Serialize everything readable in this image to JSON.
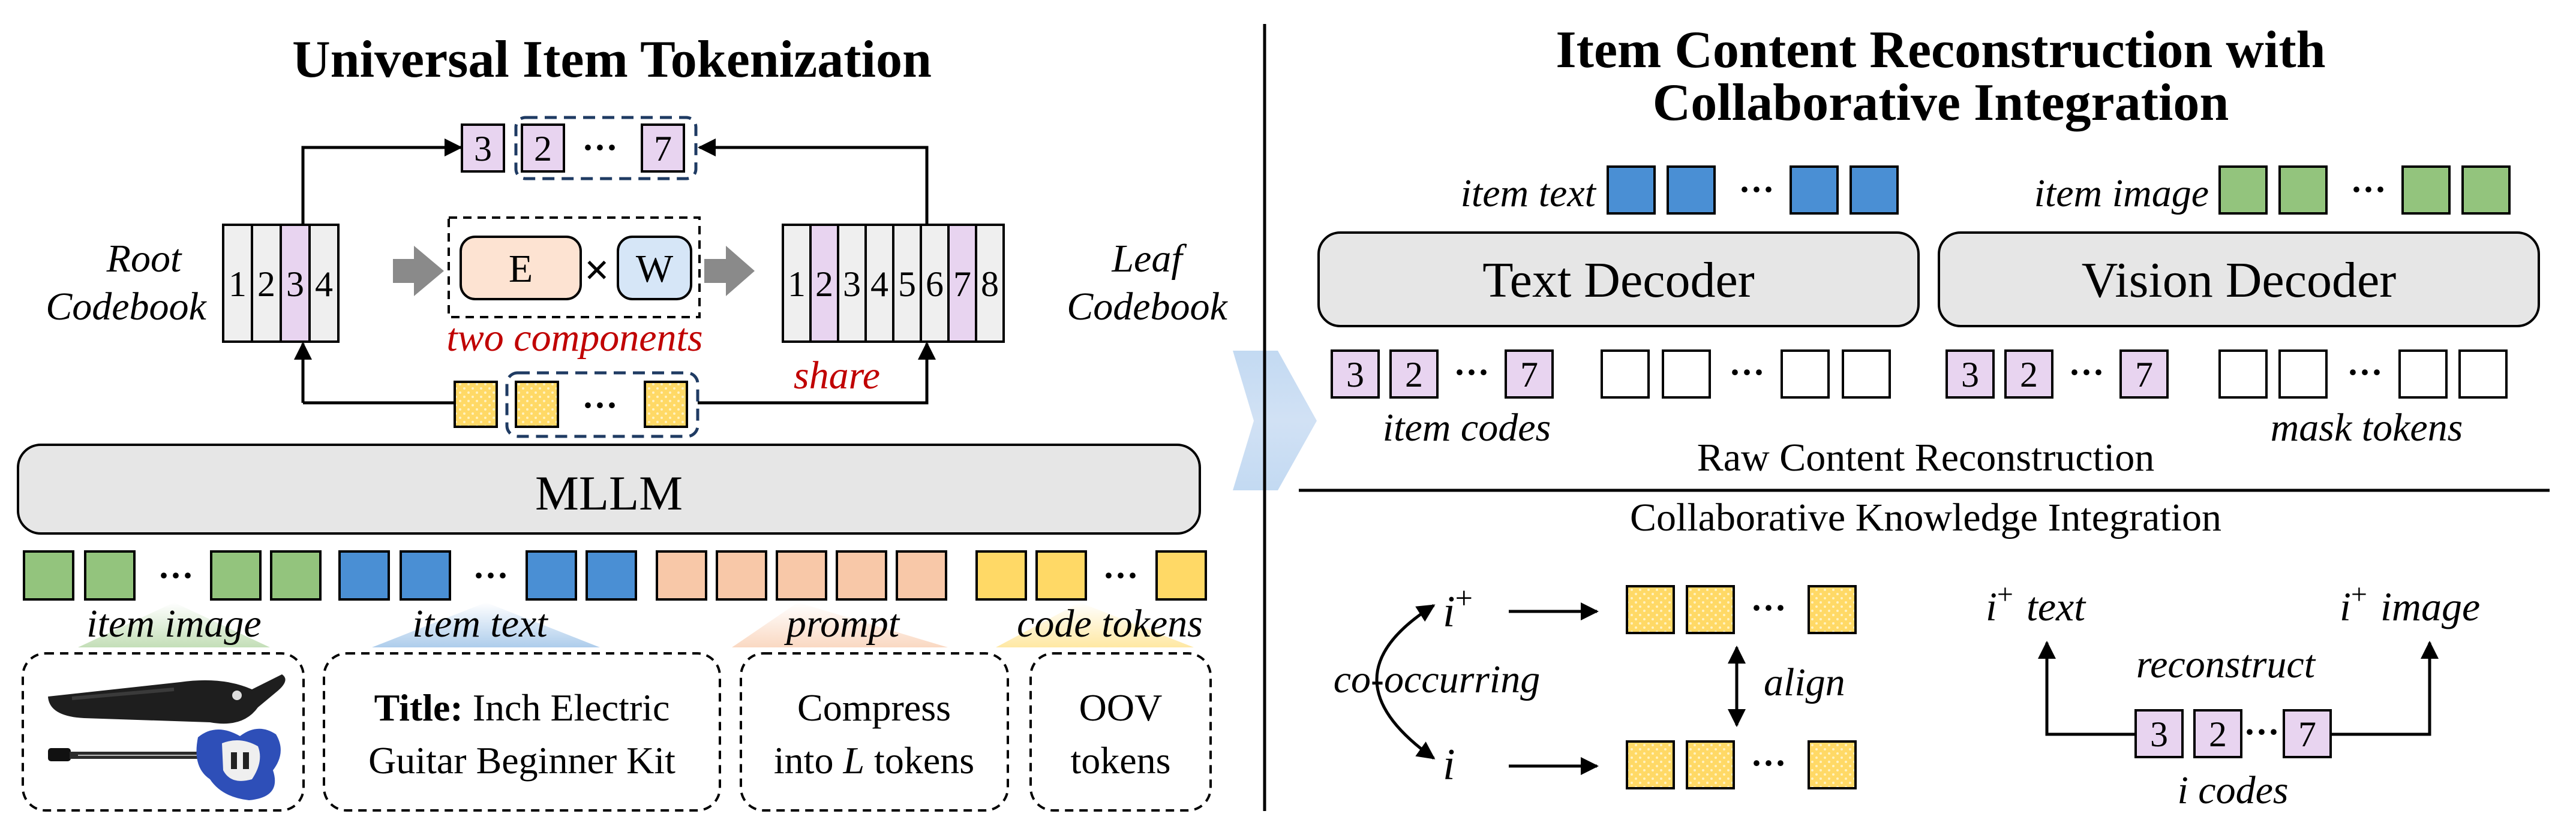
{
  "left_panel": {
    "title": "Universal Item Tokenization",
    "root_codebook": {
      "line1": "Root",
      "line2": "Codebook",
      "cells": [
        "1",
        "2",
        "3",
        "4"
      ]
    },
    "leaf_codebook": {
      "line1": "Leaf",
      "line2": "Codebook",
      "cells": [
        "1",
        "2",
        "3",
        "4",
        "5",
        "6",
        "7",
        "8"
      ]
    },
    "top_codes": [
      "3",
      "2",
      "···",
      "7"
    ],
    "components": {
      "e": "E",
      "times": "×",
      "w": "W",
      "caption": "two components"
    },
    "share_label": "share",
    "mllm_label": "MLLM",
    "input_groups": [
      {
        "label": "item image"
      },
      {
        "label": "item text"
      },
      {
        "label": "prompt"
      },
      {
        "label": "code tokens"
      }
    ],
    "boxes": {
      "text_box": {
        "bold": "Title:",
        "line1": " Inch Electric",
        "line2": "Guitar Beginner Kit"
      },
      "prompt_box": {
        "line1": "Compress",
        "line2a": "into ",
        "line2var": "L",
        "line2b": " tokens"
      },
      "oov_box": {
        "line1": "OOV",
        "line2": "tokens"
      }
    },
    "ellipsis": "···"
  },
  "right_panel": {
    "title_line1": "Item Content Reconstruction with",
    "title_line2": "Collaborative Integration",
    "item_text_label": "item text",
    "item_image_label": "item image",
    "text_decoder": "Text Decoder",
    "vision_decoder": "Vision Decoder",
    "codes_left": [
      "3",
      "2",
      "7"
    ],
    "codes_right": [
      "3",
      "2",
      "7"
    ],
    "item_codes_label": "item codes",
    "mask_tokens_label": "mask tokens",
    "raw_recon": "Raw Content Reconstruction",
    "collab_knowledge": "Collaborative Knowledge Integration",
    "i_plus": "i",
    "plus": "+",
    "i": "i",
    "co_occurring": "co-occurring",
    "align": "align",
    "text_word": "text",
    "image_word": "image",
    "reconstruct": "reconstruct",
    "bottom_codes": [
      "3",
      "2",
      "7"
    ],
    "i_codes": "i codes",
    "ellipsis": "···"
  },
  "colors": {
    "green": "#93C47D",
    "blue": "#4A8FD4",
    "orange": "#F8C8A8",
    "yellow": "#FFD966",
    "purple": "#E8D4F0",
    "gray": "#E6E6E6",
    "red": "#C00000",
    "navy": "#1F3B63"
  },
  "icons": [
    "electric-guitar-image",
    "guitar-case-image",
    "arrow-left-icon",
    "arrow-right-icon",
    "chevron-transition"
  ]
}
